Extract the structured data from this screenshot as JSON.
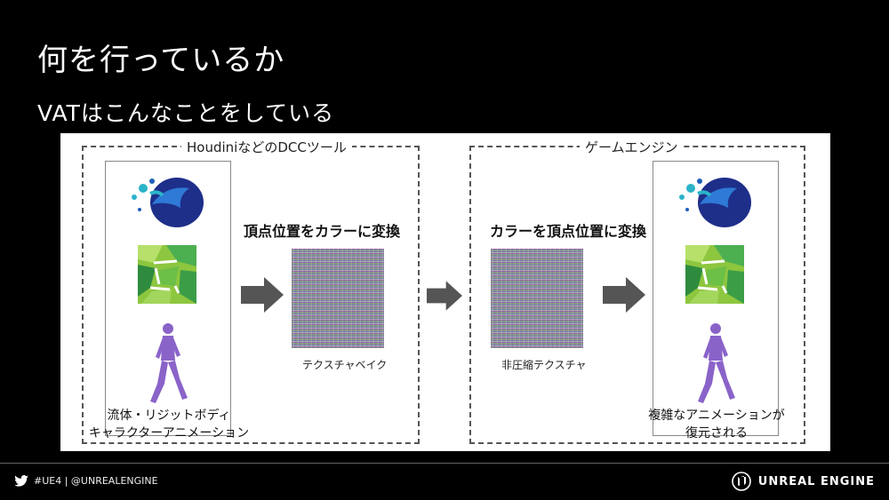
{
  "slide": {
    "title": "何を行っているか",
    "subtitle": "VATはこんなことをしている"
  },
  "diagram": {
    "left_box_label": "HoudiniなどのDCCツール",
    "right_box_label": "ゲームエンジン",
    "left_caption_line1": "流体・リジットボディ",
    "left_caption_line2": "キャラクターアニメーション",
    "step1_heading": "頂点位置をカラーに変換",
    "step1_texture_caption": "テクスチャベイク",
    "step2_heading": "カラーを頂点位置に変換",
    "step2_texture_caption": "非圧縮テクスチャ",
    "right_caption_line1": "複雑なアニメーションが",
    "right_caption_line2": "復元される"
  },
  "footer": {
    "social": "#UE4 | @UNREALENGINE",
    "brand": "UNREAL ENGINE"
  },
  "icons": [
    "twitter-icon",
    "fluid-splash-icon",
    "rigid-body-icon",
    "character-icon",
    "unreal-logo-icon"
  ]
}
